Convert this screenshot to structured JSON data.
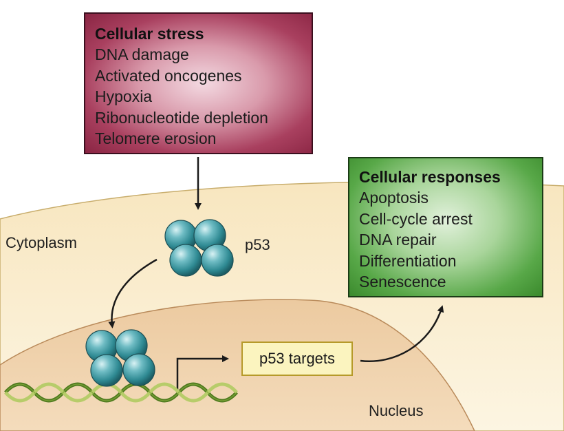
{
  "stress": {
    "title": "Cellular stress",
    "items": [
      "DNA damage",
      "Activated oncogenes",
      "Hypoxia",
      "Ribonucleotide depletion",
      "Telomere erosion"
    ]
  },
  "responses": {
    "title": "Cellular responses",
    "items": [
      "Apoptosis",
      "Cell-cycle arrest",
      "DNA repair",
      "Differentiation",
      "Senescence"
    ]
  },
  "labels": {
    "cytoplasm": "Cytoplasm",
    "nucleus": "Nucleus",
    "p53": "p53",
    "targets": "p53 targets"
  },
  "colors": {
    "stress_box": "#a9405f",
    "response_box": "#58a848",
    "cytoplasm": "#fbf1d4",
    "nucleus": "#f0cfa2",
    "p53_sphere": "#3f9aa3",
    "targets_box": "#fbf4bf",
    "dna_strand_light": "#b7cc6a",
    "dna_strand_dark": "#4e7a1e"
  },
  "icons": {
    "p53_complex": "four-sphere-tetramer-icon",
    "dna": "double-helix-icon"
  }
}
